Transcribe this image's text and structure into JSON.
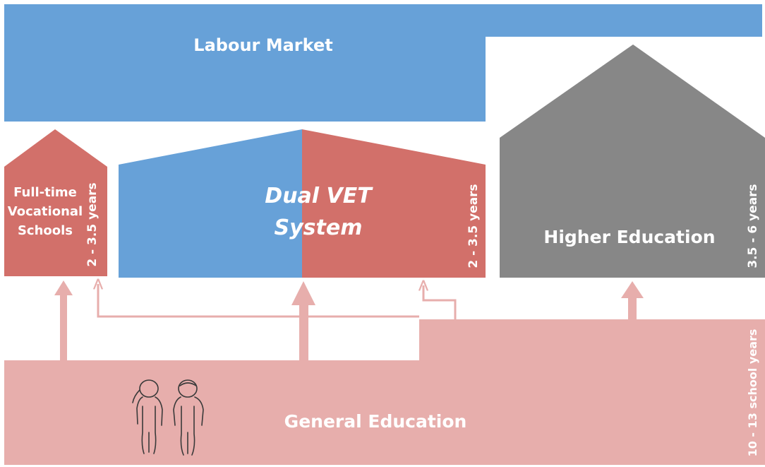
{
  "labour_market": {
    "label": "Labour Market"
  },
  "full_time_vocational": {
    "line1": "Full-time",
    "line2": "Vocational",
    "line3": "Schools",
    "duration": "2 - 3.5 years"
  },
  "dual_vet": {
    "line1": "Dual VET",
    "line2": "System",
    "duration": "2 - 3.5 years"
  },
  "higher_education": {
    "label": "Higher Education",
    "duration": "3.5 - 6 years"
  },
  "general_education": {
    "label": "General Education",
    "duration": "10 - 13  school years"
  },
  "colors": {
    "blue": "#67a1d8",
    "red": "#d2706a",
    "grey": "#878787",
    "pink": "#e7aeac",
    "arrow": "#e7aeac",
    "text": "#ffffff"
  }
}
